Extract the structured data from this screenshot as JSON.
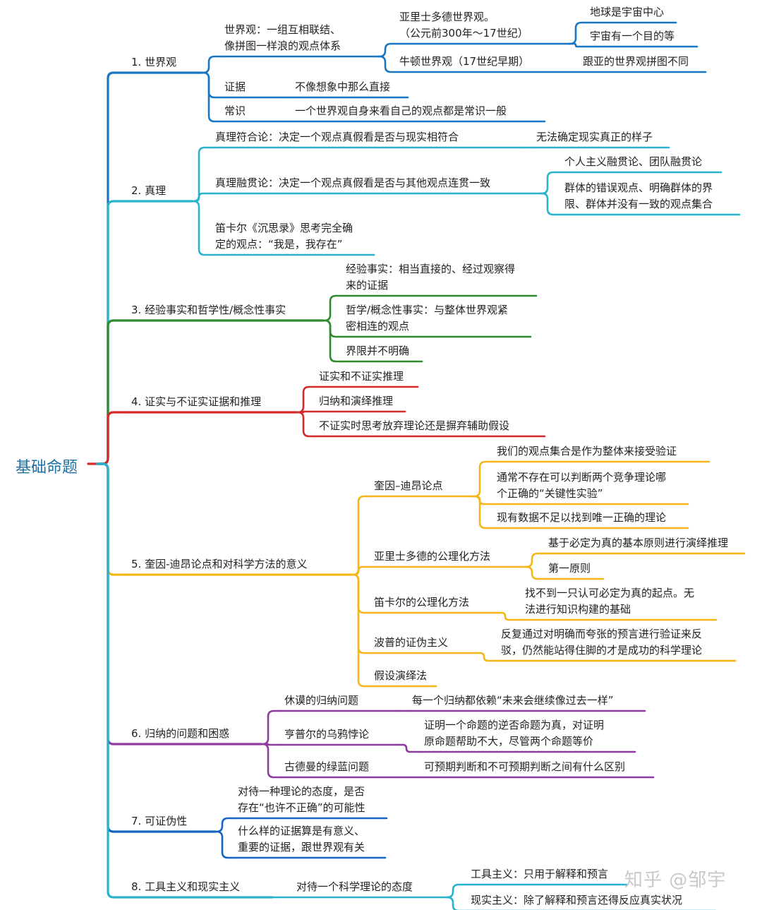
{
  "root": "基础命题",
  "watermark": "知乎 @邹宇",
  "colors": {
    "b1": "#1976c2",
    "b2": "#27b4cc",
    "b3": "#2e8b2e",
    "b4": "#d42a2a",
    "b5": "#f5b61a",
    "b6": "#8e3aa0",
    "b7": "#1565c0",
    "b8": "#27b4cc"
  },
  "branches": [
    {
      "label": "1. 世界观",
      "children": [
        {
          "label": [
            "世界观：一组互相联结、",
            "像拼图一样浪的观点体系"
          ],
          "children": [
            {
              "label": [
                "亚里士多德世界观。",
                "（公元前300年～17世纪）"
              ],
              "children": [
                {
                  "label": [
                    "地球是宇宙中心"
                  ]
                },
                {
                  "label": [
                    "宇宙有一个目的等"
                  ]
                }
              ]
            },
            {
              "label": [
                "牛顿世界观（17世纪早期）"
              ],
              "children": [
                {
                  "label": [
                    "跟亚的世界观拼图不同"
                  ]
                }
              ]
            }
          ]
        },
        {
          "label": [
            "证据"
          ],
          "children": [
            {
              "label": [
                "不像想象中那么直接"
              ]
            }
          ]
        },
        {
          "label": [
            "常识"
          ],
          "children": [
            {
              "label": [
                "一个世界观自身来看自己的观点都是常识一般"
              ]
            }
          ]
        }
      ]
    },
    {
      "label": "2. 真理",
      "children": [
        {
          "label": [
            "真理符合论：决定一个观点真假看是否与现实相符合"
          ],
          "children": [
            {
              "label": [
                "无法确定现实真正的样子"
              ]
            }
          ]
        },
        {
          "label": [
            "真理融贯论：决定一个观点真假看是否与其他观点连贯一致"
          ],
          "children": [
            {
              "label": [
                "个人主义融贯论、团队融贯论"
              ]
            },
            {
              "label": [
                "群体的错误观点、明确群体的界",
                "限、群体并没有一致的观点集合"
              ]
            }
          ]
        },
        {
          "label": [
            "笛卡尔《沉思录》思考完全确",
            "定的观点：“我是，我存在”"
          ]
        }
      ]
    },
    {
      "label": "3. 经验事实和哲学性/概念性事实",
      "children": [
        {
          "label": [
            "经验事实：相当直接的、经过观察得",
            "来的证据"
          ]
        },
        {
          "label": [
            "哲学/概念性事实：与整体世界观紧",
            "密相连的观点"
          ]
        },
        {
          "label": [
            "界限并不明确"
          ]
        }
      ]
    },
    {
      "label": "4. 证实与不证实证据和推理",
      "children": [
        {
          "label": [
            "证实和不证实推理"
          ]
        },
        {
          "label": [
            "归纳和演绎推理"
          ]
        },
        {
          "label": [
            "不证实时思考放弃理论还是摒弃辅助假设"
          ]
        }
      ]
    },
    {
      "label": "5. 奎因-迪昂论点和对科学方法的意义",
      "children": [
        {
          "label": [
            "奎因–迪昂论点"
          ],
          "children": [
            {
              "label": [
                "我们的观点集合是作为整体来接受验证"
              ]
            },
            {
              "label": [
                "通常不存在可以判断两个竞争理论哪",
                "个正确的“关键性实验”"
              ]
            },
            {
              "label": [
                "现有数据不足以找到唯一正确的理论"
              ]
            }
          ]
        },
        {
          "label": [
            "亚里士多德的公理化方法"
          ],
          "children": [
            {
              "label": [
                "基于必定为真的基本原则进行演绎推理"
              ]
            },
            {
              "label": [
                "第一原则"
              ]
            }
          ]
        },
        {
          "label": [
            "笛卡尔的公理化方法"
          ],
          "children": [
            {
              "label": [
                "找不到一只认可必定为真的起点。无",
                "法进行知识构建的基础"
              ]
            }
          ]
        },
        {
          "label": [
            "波普的证伪主义"
          ],
          "children": [
            {
              "label": [
                "反复通过对明确而夸张的预言进行验证来反",
                "驳，仍然能站得住脚的才是成功的科学理论"
              ]
            }
          ]
        },
        {
          "label": [
            "假设演绎法"
          ]
        }
      ]
    },
    {
      "label": "6. 归纳的问题和困惑",
      "children": [
        {
          "label": [
            "休谟的归纳问题"
          ],
          "children": [
            {
              "label": [
                "每一个归纳都依赖“未来会继续像过去一样”"
              ]
            }
          ]
        },
        {
          "label": [
            "亨普尔的乌鸦悖论"
          ],
          "children": [
            {
              "label": [
                "证明一个命题的逆否命题为真，对证明",
                "原命题帮助不大，尽管两个命题等价"
              ]
            }
          ]
        },
        {
          "label": [
            "古德曼的绿蓝问题"
          ],
          "children": [
            {
              "label": [
                "可预期判断和不可预期判断之间有什么区别"
              ]
            }
          ]
        }
      ]
    },
    {
      "label": "7. 可证伪性",
      "children": [
        {
          "label": [
            "对待一种理论的态度，是否",
            "存在“也许不正确”的可能性"
          ]
        },
        {
          "label": [
            "什么样的证据算是有意义、",
            "重要的证据，跟世界观有关"
          ]
        }
      ]
    },
    {
      "label": "8. 工具主义和现实主义",
      "children": [
        {
          "label": [
            "对待一个科学理论的态度"
          ],
          "children": [
            {
              "label": [
                "工具主义：只用于解释和预言"
              ]
            },
            {
              "label": [
                "现实主义：除了解释和预言还得反应真实状况"
              ]
            }
          ]
        }
      ]
    }
  ]
}
